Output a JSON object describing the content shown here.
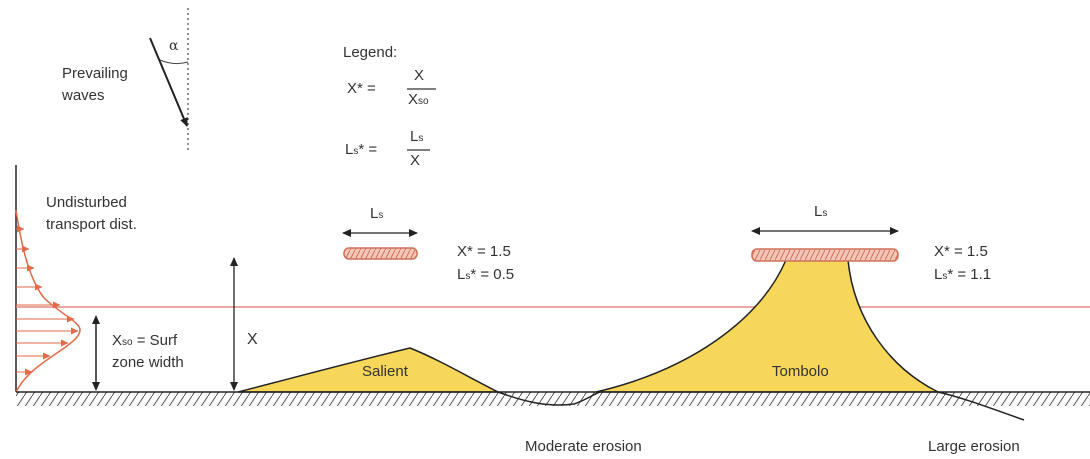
{
  "waves": {
    "label_line1": "Prevailing",
    "label_line2": "waves",
    "angle_symbol": "α"
  },
  "legend": {
    "title": "Legend:",
    "x_star_lhs": "X* =",
    "x_star_num": "X",
    "x_star_den_main": "X",
    "x_star_den_sub": "so",
    "ls_star_lhs_main": "L",
    "ls_star_lhs_sub": "s",
    "ls_star_lhs_rest": "* =",
    "ls_star_num_main": "L",
    "ls_star_num_sub": "s",
    "ls_star_den": "X"
  },
  "transport": {
    "label_line1": "Undisturbed",
    "label_line2": "transport dist."
  },
  "surf_zone": {
    "label_main": "X",
    "label_sub": "so",
    "label_rest": " = Surf",
    "label_line2": "zone width"
  },
  "distance_label": "X",
  "breakwater_left": {
    "length_label_main": "L",
    "length_label_sub": "s",
    "x_star_text": "X* = 1.5",
    "ls_star_main": "L",
    "ls_star_sub": "s",
    "ls_star_rest": "* = 0.5"
  },
  "breakwater_right": {
    "length_label_main": "L",
    "length_label_sub": "s",
    "x_star_text": "X* = 1.5",
    "ls_star_main": "L",
    "ls_star_sub": "s",
    "ls_star_rest": "* = 1.1"
  },
  "salient_label": "Salient",
  "tombolo_label": "Tombolo",
  "moderate_erosion_label": "Moderate erosion",
  "large_erosion_label": "Large erosion",
  "colors": {
    "sand": "#f6d75a",
    "breakwater_stroke": "#d0705a",
    "breakwater_fill": "#f2c7b8",
    "surf_line": "#e08a80",
    "transport": "#e26a48",
    "ink": "#222222"
  }
}
